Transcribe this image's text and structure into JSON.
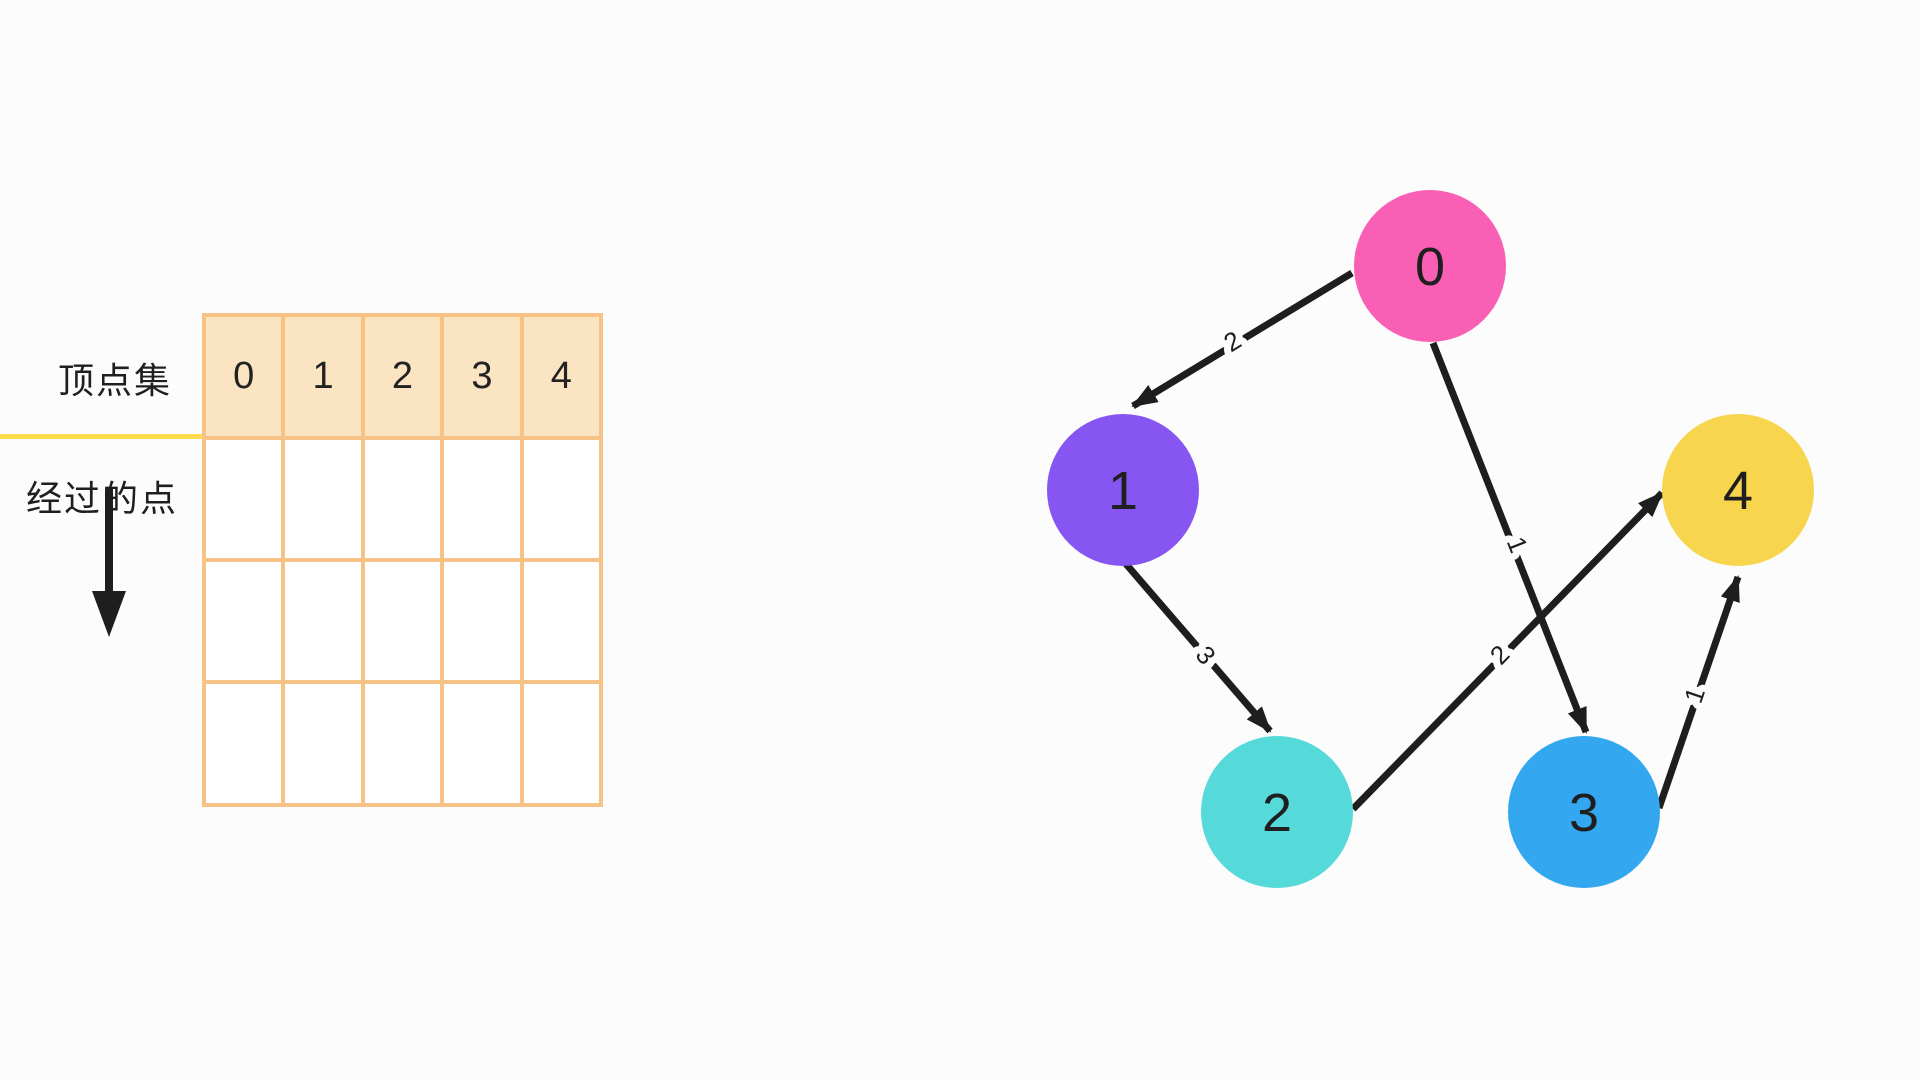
{
  "page": {
    "background": "#FCFCFC",
    "text_color": "#1F1F1F"
  },
  "table": {
    "row_header_label": "顶点集",
    "row_side_label": "经过的点",
    "columns": [
      "0",
      "1",
      "2",
      "3",
      "4"
    ],
    "empty_body_rows": 3,
    "header_fill": "#FAE4C1",
    "border_color": "#F6C286",
    "divider_color": "#FFDC4D"
  },
  "icons": {
    "down_arrow": "iteration-direction-down-arrow"
  },
  "graph": {
    "edge_color": "#1E1E1E",
    "nodes": [
      {
        "id": "0",
        "label": "0",
        "color": "#F95FB5"
      },
      {
        "id": "1",
        "label": "1",
        "color": "#8655F2"
      },
      {
        "id": "2",
        "label": "2",
        "color": "#56D9D9"
      },
      {
        "id": "3",
        "label": "3",
        "color": "#33A8F0"
      },
      {
        "id": "4",
        "label": "4",
        "color": "#F8D54E"
      }
    ],
    "edges": [
      {
        "from": "0",
        "to": "1",
        "weight": "2"
      },
      {
        "from": "0",
        "to": "3",
        "weight": "1"
      },
      {
        "from": "1",
        "to": "2",
        "weight": "3"
      },
      {
        "from": "2",
        "to": "4",
        "weight": "2"
      },
      {
        "from": "3",
        "to": "4",
        "weight": "1"
      }
    ]
  }
}
